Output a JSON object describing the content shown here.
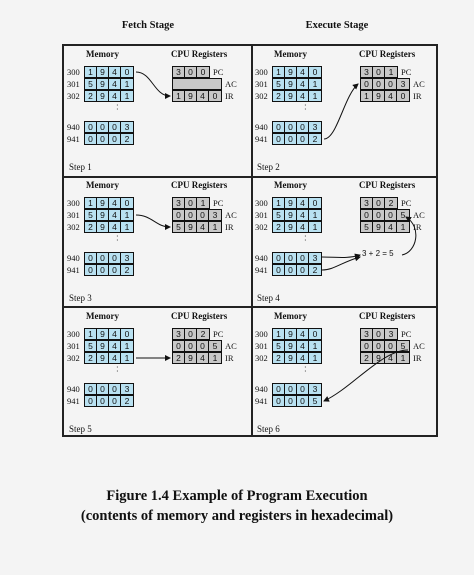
{
  "titles": {
    "fetch": "Fetch Stage",
    "execute": "Execute Stage"
  },
  "headers": {
    "memory": "Memory",
    "cpu": "CPU Registers"
  },
  "register_names": {
    "pc": "PC",
    "ac": "AC",
    "ir": "IR"
  },
  "steps": [
    {
      "label": "Step 1",
      "memory": [
        {
          "addr": "300",
          "digits": [
            "1",
            "9",
            "4",
            "0"
          ]
        },
        {
          "addr": "301",
          "digits": [
            "5",
            "9",
            "4",
            "1"
          ]
        },
        {
          "addr": "302",
          "digits": [
            "2",
            "9",
            "4",
            "1"
          ]
        },
        {
          "addr": "940",
          "digits": [
            "0",
            "0",
            "0",
            "3"
          ]
        },
        {
          "addr": "941",
          "digits": [
            "0",
            "0",
            "0",
            "2"
          ]
        }
      ],
      "pc": [
        "3",
        "0",
        "0"
      ],
      "ac": [],
      "ir": [
        "1",
        "9",
        "4",
        "0"
      ]
    },
    {
      "label": "Step 2",
      "memory": [
        {
          "addr": "300",
          "digits": [
            "1",
            "9",
            "4",
            "0"
          ]
        },
        {
          "addr": "301",
          "digits": [
            "5",
            "9",
            "4",
            "1"
          ]
        },
        {
          "addr": "302",
          "digits": [
            "2",
            "9",
            "4",
            "1"
          ]
        },
        {
          "addr": "940",
          "digits": [
            "0",
            "0",
            "0",
            "3"
          ]
        },
        {
          "addr": "941",
          "digits": [
            "0",
            "0",
            "0",
            "2"
          ]
        }
      ],
      "pc": [
        "3",
        "0",
        "1"
      ],
      "ac": [
        "0",
        "0",
        "0",
        "3"
      ],
      "ir": [
        "1",
        "9",
        "4",
        "0"
      ]
    },
    {
      "label": "Step 3",
      "memory": [
        {
          "addr": "300",
          "digits": [
            "1",
            "9",
            "4",
            "0"
          ]
        },
        {
          "addr": "301",
          "digits": [
            "5",
            "9",
            "4",
            "1"
          ]
        },
        {
          "addr": "302",
          "digits": [
            "2",
            "9",
            "4",
            "1"
          ]
        },
        {
          "addr": "940",
          "digits": [
            "0",
            "0",
            "0",
            "3"
          ]
        },
        {
          "addr": "941",
          "digits": [
            "0",
            "0",
            "0",
            "2"
          ]
        }
      ],
      "pc": [
        "3",
        "0",
        "1"
      ],
      "ac": [
        "0",
        "0",
        "0",
        "3"
      ],
      "ir": [
        "5",
        "9",
        "4",
        "1"
      ]
    },
    {
      "label": "Step 4",
      "memory": [
        {
          "addr": "300",
          "digits": [
            "1",
            "9",
            "4",
            "0"
          ]
        },
        {
          "addr": "301",
          "digits": [
            "5",
            "9",
            "4",
            "1"
          ]
        },
        {
          "addr": "302",
          "digits": [
            "2",
            "9",
            "4",
            "1"
          ]
        },
        {
          "addr": "940",
          "digits": [
            "0",
            "0",
            "0",
            "3"
          ]
        },
        {
          "addr": "941",
          "digits": [
            "0",
            "0",
            "0",
            "2"
          ]
        }
      ],
      "pc": [
        "3",
        "0",
        "2"
      ],
      "ac": [
        "0",
        "0",
        "0",
        "5"
      ],
      "ir": [
        "5",
        "9",
        "4",
        "1"
      ],
      "calc": "3 + 2 = 5"
    },
    {
      "label": "Step 5",
      "memory": [
        {
          "addr": "300",
          "digits": [
            "1",
            "9",
            "4",
            "0"
          ]
        },
        {
          "addr": "301",
          "digits": [
            "5",
            "9",
            "4",
            "1"
          ]
        },
        {
          "addr": "302",
          "digits": [
            "2",
            "9",
            "4",
            "1"
          ]
        },
        {
          "addr": "940",
          "digits": [
            "0",
            "0",
            "0",
            "3"
          ]
        },
        {
          "addr": "941",
          "digits": [
            "0",
            "0",
            "0",
            "2"
          ]
        }
      ],
      "pc": [
        "3",
        "0",
        "2"
      ],
      "ac": [
        "0",
        "0",
        "0",
        "5"
      ],
      "ir": [
        "2",
        "9",
        "4",
        "1"
      ]
    },
    {
      "label": "Step 6",
      "memory": [
        {
          "addr": "300",
          "digits": [
            "1",
            "9",
            "4",
            "0"
          ]
        },
        {
          "addr": "301",
          "digits": [
            "5",
            "9",
            "4",
            "1"
          ]
        },
        {
          "addr": "302",
          "digits": [
            "2",
            "9",
            "4",
            "1"
          ]
        },
        {
          "addr": "940",
          "digits": [
            "0",
            "0",
            "0",
            "3"
          ]
        },
        {
          "addr": "941",
          "digits": [
            "0",
            "0",
            "0",
            "5"
          ]
        }
      ],
      "pc": [
        "3",
        "0",
        "3"
      ],
      "ac": [
        "0",
        "0",
        "0",
        "5"
      ],
      "ir": [
        "2",
        "9",
        "4",
        "1"
      ]
    }
  ],
  "caption": {
    "line1": "Figure 1.4 Example of Program Execution",
    "line2": "(contents of memory and registers in hexadecimal)"
  },
  "colors": {
    "memory_cell": "#b9e1f1",
    "register_cell": "#c8c8c8"
  }
}
